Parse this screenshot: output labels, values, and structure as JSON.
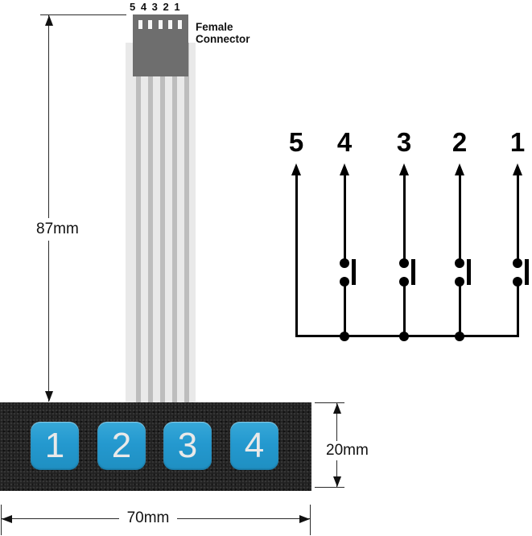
{
  "colors": {
    "button_blue": "#2499cf",
    "panel_black": "#212121",
    "cable_gray": "#e9e9e9",
    "stripe_gray": "#bdbdbd",
    "connector_gray": "#6e6e6e",
    "schematic_black": "#000000"
  },
  "connector": {
    "pin_numbers": "5 4 3 2 1",
    "label_line1": "Female",
    "label_line2": "Connector"
  },
  "dimensions": {
    "cable_length": "87mm",
    "keypad_width": "70mm",
    "keypad_height": "20mm"
  },
  "keypad": {
    "buttons": [
      "1",
      "2",
      "3",
      "4"
    ]
  },
  "schematic": {
    "pins": [
      {
        "label": "5",
        "has_switch": false
      },
      {
        "label": "4",
        "has_switch": true
      },
      {
        "label": "3",
        "has_switch": true
      },
      {
        "label": "2",
        "has_switch": true
      },
      {
        "label": "1",
        "has_switch": true
      }
    ]
  }
}
